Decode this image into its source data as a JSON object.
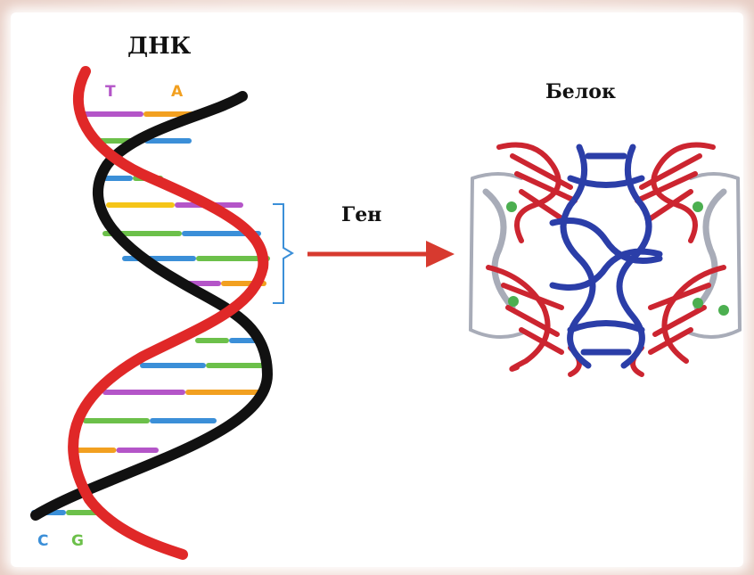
{
  "diagram": {
    "dna_label": "ДНК",
    "protein_label": "Белок",
    "gene_label": "Ген",
    "base_top_left": "T",
    "base_top_right": "A",
    "base_bottom_left": "C",
    "base_bottom_right": "G"
  },
  "colors": {
    "strand_red": "#e02828",
    "strand_black": "#111111",
    "base_blue": "#3b8fd8",
    "base_green": "#6cc04a",
    "base_orange": "#f2a020",
    "base_purple": "#b455c8",
    "base_yellow": "#f5c518",
    "arrow": "#d73a2f",
    "bracket": "#3b8fd8",
    "protein_red": "#cc2530",
    "protein_blue": "#2b3ea8",
    "protein_gray": "#a8acb8",
    "protein_green": "#4caf50"
  }
}
